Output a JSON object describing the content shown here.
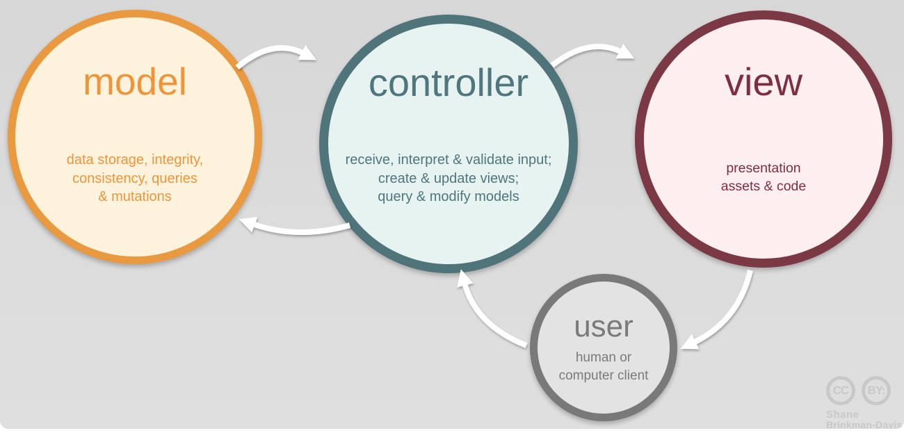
{
  "diagram": {
    "name": "model-view-controller pattern",
    "circles": {
      "model": {
        "title": "model",
        "description_lines": [
          "data storage, integrity,",
          "consistency, queries",
          "& mutations"
        ]
      },
      "controller": {
        "title": "controller",
        "description_lines": [
          "receive, interpret & validate input;",
          "create & update views;",
          "query & modify models"
        ]
      },
      "view": {
        "title": "view",
        "description_lines": [
          "presentation",
          "assets & code"
        ]
      },
      "user": {
        "title": "user",
        "description_lines": [
          "human or",
          "computer client"
        ]
      }
    },
    "arrows": [
      {
        "name": "model-to-controller"
      },
      {
        "name": "controller-to-view"
      },
      {
        "name": "controller-to-model"
      },
      {
        "name": "view-to-user"
      },
      {
        "name": "user-to-controller"
      }
    ]
  },
  "watermark": {
    "cc_label": "CC",
    "by_label": "BY:",
    "author_line1": "Shane",
    "author_line2": "Brinkman-Davis"
  },
  "colors": {
    "background": "#dcdcdc",
    "arrow": "#ffffff",
    "model_border": "#e9993f",
    "model_fill": "#fdf2dc",
    "model_text": "#f0943a",
    "controller_border": "#4f747a",
    "controller_fill": "#e7f3f1",
    "controller_text": "#4e767c",
    "view_border": "#7b3946",
    "view_fill": "#fdeef0",
    "view_text": "#7d2e3f",
    "user_border": "#797979",
    "user_fill": "#e3e3e3",
    "user_text": "#7a7a7a",
    "watermark_text": "#c8c8c8"
  }
}
